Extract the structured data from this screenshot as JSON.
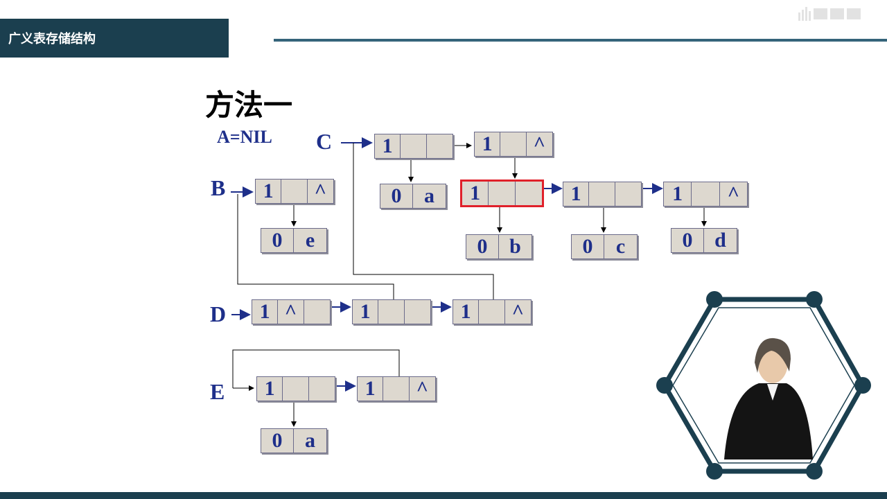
{
  "header": {
    "title": "广义表存储结构"
  },
  "slide": {
    "title": "方法一",
    "a_nil": "A=NIL",
    "labels": {
      "B": "B",
      "C": "C",
      "D": "D",
      "E": "E"
    },
    "tag_one": "1",
    "tag_zero": "0",
    "nil_symbol": "^",
    "atoms": {
      "a": "a",
      "b": "b",
      "c": "c",
      "d": "d",
      "e": "e"
    }
  },
  "colors": {
    "header": "#1b3f4f",
    "text_blue": "#1e2f8a",
    "highlight": "#e0202a"
  }
}
